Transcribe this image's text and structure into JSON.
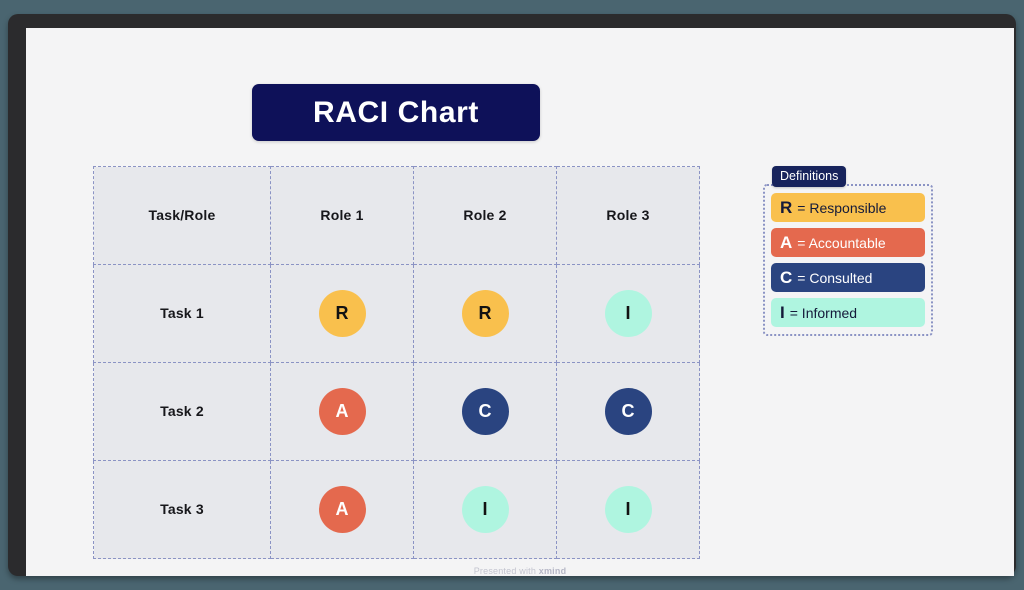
{
  "title": {
    "text": "RACI Chart"
  },
  "table": {
    "headers": [
      "Task/Role",
      "Role 1",
      "Role 2",
      "Role 3"
    ],
    "rows": [
      {
        "task": "Task 1",
        "cells": [
          "R",
          "R",
          "I"
        ]
      },
      {
        "task": "Task 2",
        "cells": [
          "A",
          "C",
          "C"
        ]
      },
      {
        "task": "Task 3",
        "cells": [
          "A",
          "I",
          "I"
        ]
      }
    ]
  },
  "legend": {
    "tab_label": "Definitions",
    "items": [
      {
        "key": "R",
        "text": "= Responsible"
      },
      {
        "key": "A",
        "text": "= Accountable"
      },
      {
        "key": "C",
        "text": "= Consulted"
      },
      {
        "key": "I",
        "text": "= Informed"
      }
    ]
  },
  "footer": {
    "prefix": "Presented with ",
    "brand": "xmind"
  },
  "colors": {
    "responsible": "#f9c04d",
    "accountable": "#e4694e",
    "consulted": "#2a4480",
    "informed": "#aff5e0",
    "title_bar": "#0e1159",
    "cell": "#e7e8ec",
    "grid_line": "#8b93c4",
    "canvas": "#f4f4f5",
    "backdrop": "#4a6570"
  }
}
